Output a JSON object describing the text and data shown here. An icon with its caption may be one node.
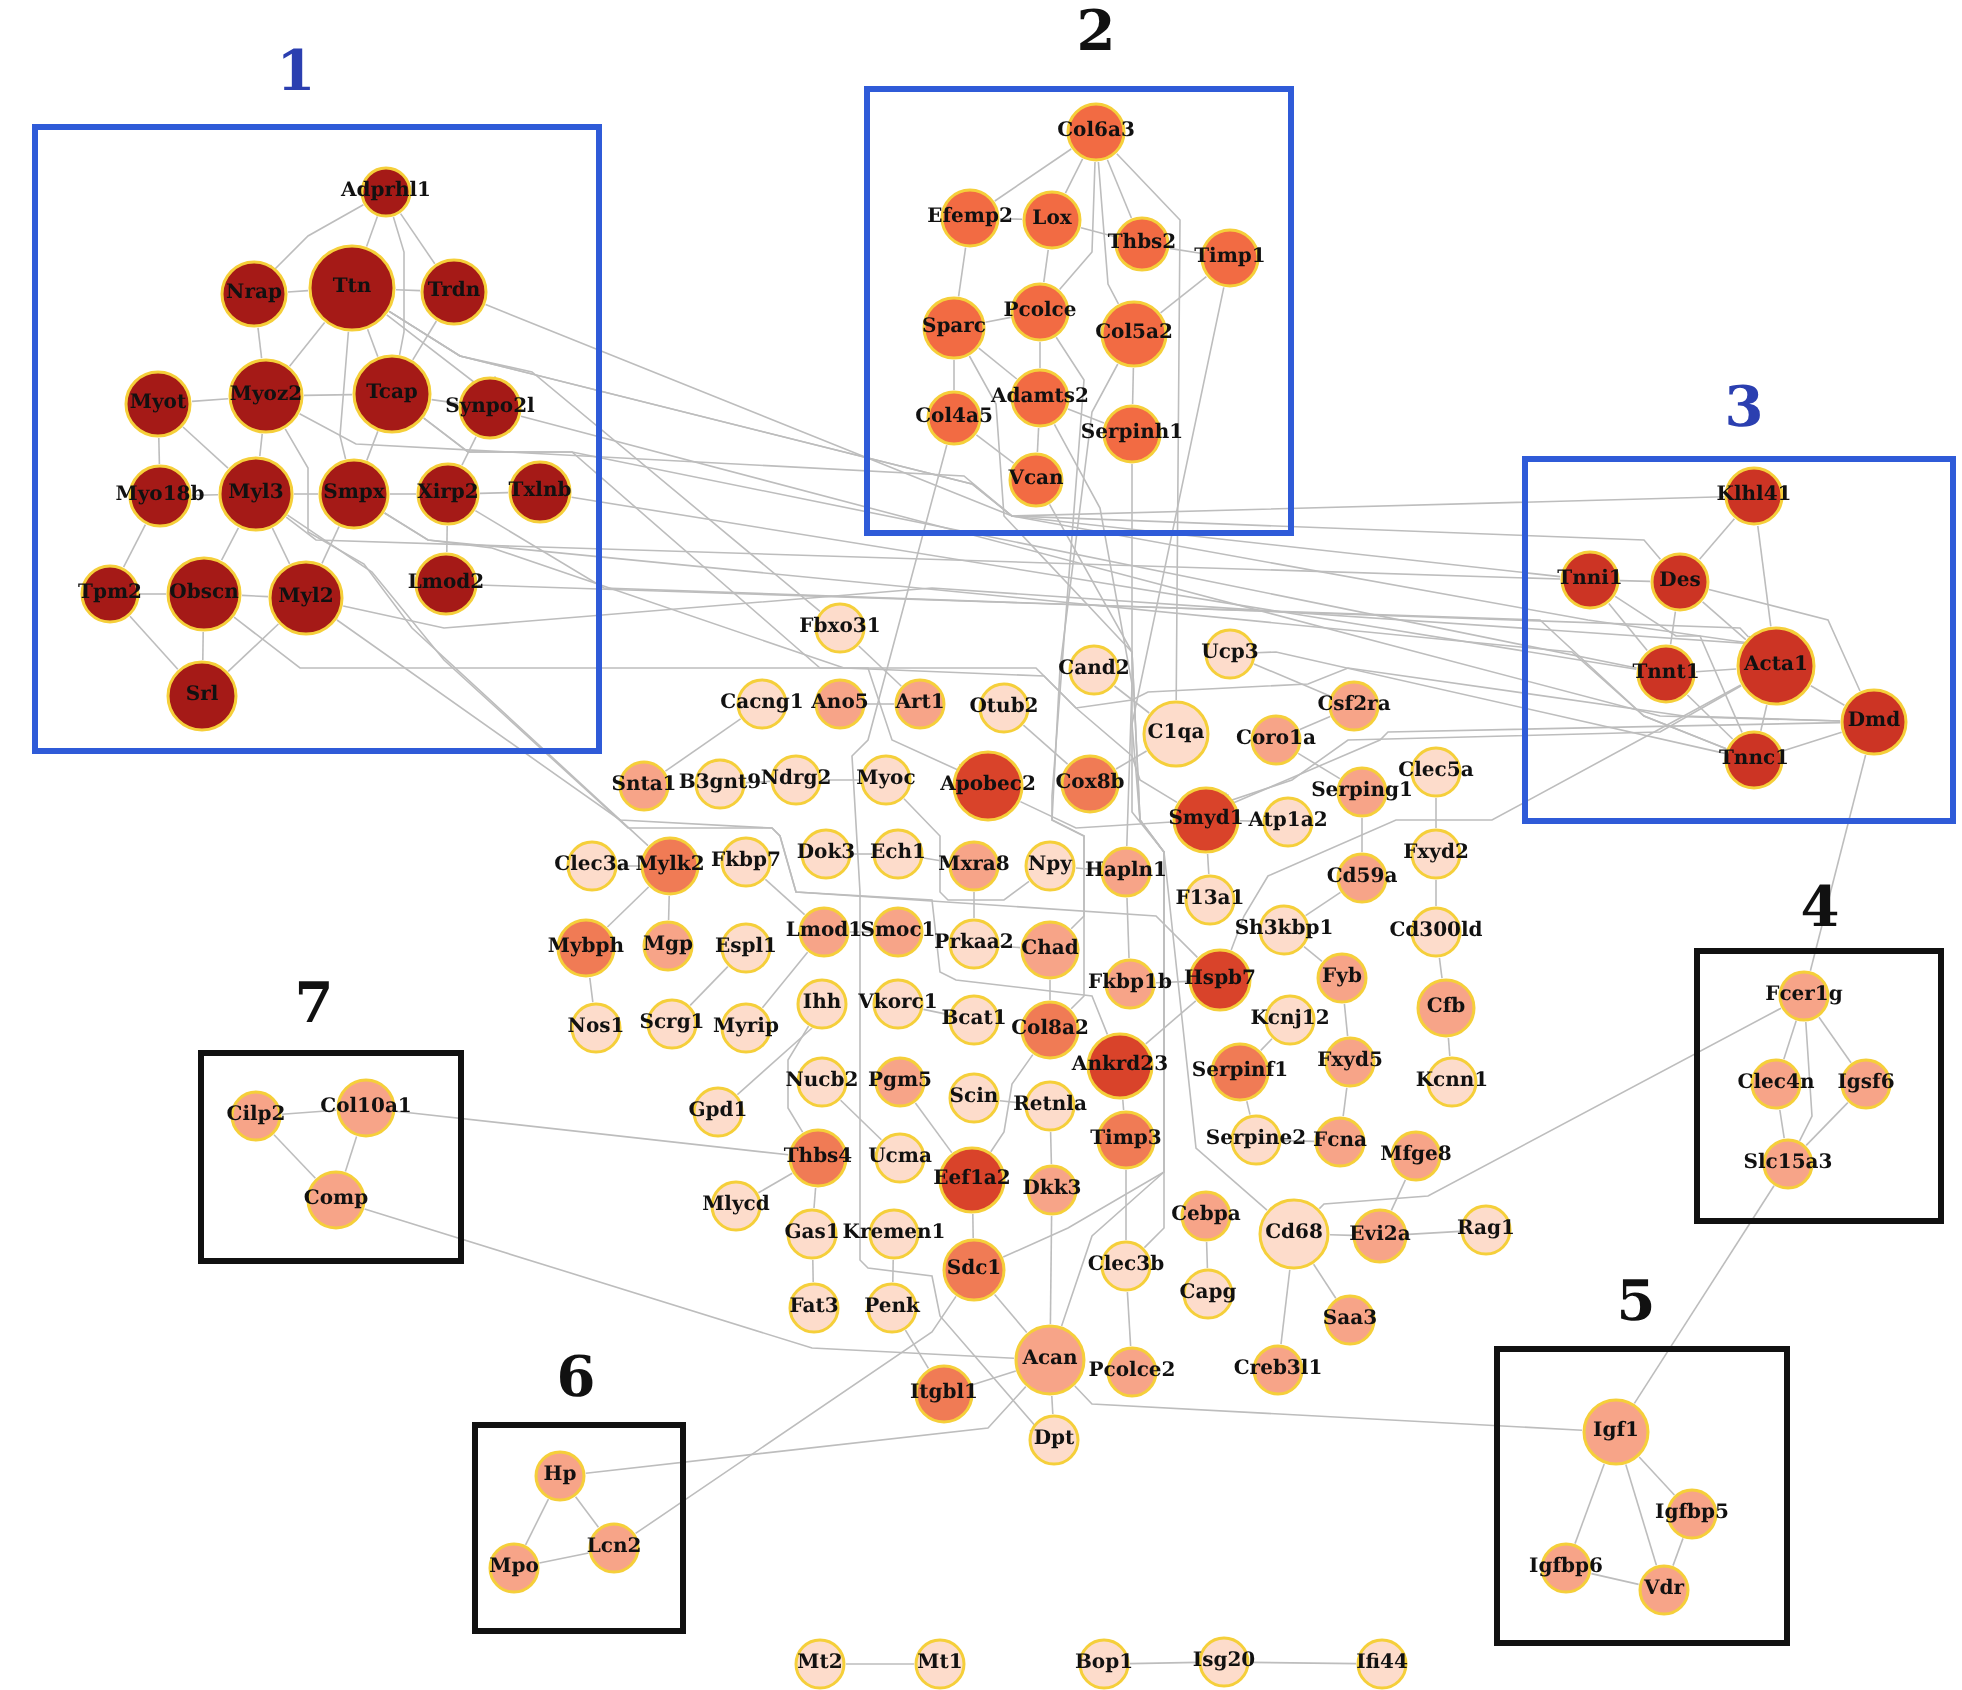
{
  "diagram": {
    "nodes": [
      {
        "text": [
          "1"
        ]
      },
      {
        "text": [
          "Adprhl1"
        ],
        "in": 0
      },
      {
        "text": [
          "Nrap"
        ],
        "in": 0
      },
      {
        "text": [
          "Ttn"
        ],
        "in": 0
      },
      {
        "text": [
          "Trdn"
        ],
        "in": 0
      },
      {
        "text": [
          "Myot"
        ],
        "in": 0
      },
      {
        "text": [
          "Myoz2"
        ],
        "in": 0
      },
      {
        "text": [
          "Tcap"
        ],
        "in": 0
      },
      {
        "text": [
          "Synpo2l"
        ],
        "in": 0
      },
      {
        "text": [
          "Myo18b"
        ],
        "in": 0
      },
      {
        "text": [
          "Myl3"
        ],
        "in": 0
      },
      {
        "text": [
          "Smpx"
        ],
        "in": 0
      },
      {
        "text": [
          "Xirp2"
        ],
        "in": 0
      },
      {
        "text": [
          "Txlnb"
        ],
        "in": 0
      },
      {
        "text": [
          "Tpm2"
        ],
        "in": 0
      },
      {
        "text": [
          "Obscn"
        ],
        "in": 0
      },
      {
        "text": [
          "Myl2"
        ],
        "in": 0
      },
      {
        "text": [
          "Lmod2"
        ],
        "in": 0
      },
      {
        "text": [
          "Srl"
        ],
        "in": 0
      },
      {
        "text": [
          "2"
        ]
      },
      {
        "text": [
          "Col6a3"
        ],
        "in": 19
      },
      {
        "text": [
          "Efemp2"
        ],
        "in": 19
      },
      {
        "text": [
          "Lox"
        ],
        "in": 19
      },
      {
        "text": [
          "Thbs2"
        ],
        "in": 19
      },
      {
        "text": [
          "Timp1"
        ],
        "in": 19
      },
      {
        "text": [
          "Sparc"
        ],
        "in": 19
      },
      {
        "text": [
          "Pcolce"
        ],
        "in": 19
      },
      {
        "text": [
          "Col5a2"
        ],
        "in": 19
      },
      {
        "text": [
          "Adamts2"
        ],
        "in": 19
      },
      {
        "text": [
          "Col4a5"
        ],
        "in": 19
      },
      {
        "text": [
          "Serpinh1"
        ],
        "in": 19
      },
      {
        "text": [
          "Vcan"
        ],
        "in": 19
      },
      {
        "text": [
          "3"
        ]
      },
      {
        "text": [
          "Klhl41"
        ],
        "in": 32
      },
      {
        "text": [
          "Tnni1"
        ],
        "in": 32
      },
      {
        "text": [
          "Des"
        ],
        "in": 32
      },
      {
        "text": [
          "Tnnt1"
        ],
        "in": 32
      },
      {
        "text": [
          "Acta1"
        ],
        "in": 32
      },
      {
        "text": [
          "Dmd"
        ],
        "in": 32
      },
      {
        "text": [
          "Tnnc1"
        ],
        "in": 32
      },
      {
        "text": [
          "Fbxo31"
        ]
      },
      {
        "text": [
          "Ucp3"
        ]
      },
      {
        "text": [
          "Cand2"
        ]
      },
      {
        "text": [
          "Cacng1"
        ]
      },
      {
        "text": [
          "Ano5"
        ]
      },
      {
        "text": [
          "Art1"
        ]
      },
      {
        "text": [
          "Otub2"
        ]
      },
      {
        "text": [
          "Csf2ra"
        ]
      },
      {
        "text": [
          "C1qa"
        ]
      },
      {
        "text": [
          "Coro1a"
        ]
      },
      {
        "text": [
          "Snta1"
        ]
      },
      {
        "text": [
          "B3gnt9"
        ]
      },
      {
        "text": [
          "Ndrg2"
        ]
      },
      {
        "text": [
          "Myoc"
        ]
      },
      {
        "text": [
          "Apobec2"
        ]
      },
      {
        "text": [
          "Cox8b"
        ]
      },
      {
        "text": [
          "Serping1"
        ]
      },
      {
        "text": [
          "Clec5a"
        ]
      },
      {
        "text": [
          "Smyd1"
        ]
      },
      {
        "text": [
          "Atp1a2"
        ]
      },
      {
        "text": [
          "Clec3a"
        ]
      },
      {
        "text": [
          "Mylk2"
        ]
      },
      {
        "text": [
          "Fkbp7"
        ]
      },
      {
        "text": [
          "Dok3"
        ]
      },
      {
        "text": [
          "Ech1"
        ]
      },
      {
        "text": [
          "Mxra8"
        ]
      },
      {
        "text": [
          "Npy"
        ]
      },
      {
        "text": [
          "Hapln1"
        ]
      },
      {
        "text": [
          "Fxyd2"
        ]
      },
      {
        "text": [
          "Cd59a"
        ]
      },
      {
        "text": [
          "F13a1"
        ]
      },
      {
        "text": [
          "Sh3kbp1"
        ]
      },
      {
        "text": [
          "Cd300ld"
        ]
      },
      {
        "text": [
          "4"
        ]
      },
      {
        "text": [
          "Fcer1g"
        ],
        "in": 73
      },
      {
        "text": [
          "Clec4n"
        ],
        "in": 73
      },
      {
        "text": [
          "Igsf6"
        ],
        "in": 73
      },
      {
        "text": [
          "Slc15a3"
        ],
        "in": 73
      },
      {
        "text": [
          "Mybph"
        ]
      },
      {
        "text": [
          "Mgp"
        ]
      },
      {
        "text": [
          "Espl1"
        ]
      },
      {
        "text": [
          "Lmod1"
        ]
      },
      {
        "text": [
          "Smoc1"
        ]
      },
      {
        "text": [
          "Prkaa2"
        ]
      },
      {
        "text": [
          "Chad"
        ]
      },
      {
        "text": [
          "Fkbp1b"
        ]
      },
      {
        "text": [
          "Hspb7"
        ]
      },
      {
        "text": [
          "Fyb"
        ]
      },
      {
        "text": [
          "Cfb"
        ]
      },
      {
        "text": [
          "7"
        ]
      },
      {
        "text": [
          "Cilp2"
        ],
        "in": 89
      },
      {
        "text": [
          "Col10a1"
        ],
        "in": 89
      },
      {
        "text": [
          "Comp"
        ],
        "in": 89
      },
      {
        "text": [
          "Nos1"
        ]
      },
      {
        "text": [
          "Scrg1"
        ]
      },
      {
        "text": [
          "Myrip"
        ]
      },
      {
        "text": [
          "Ihh"
        ]
      },
      {
        "text": [
          "Vkorc1"
        ]
      },
      {
        "text": [
          "Bcat1"
        ]
      },
      {
        "text": [
          "Col8a2"
        ]
      },
      {
        "text": [
          "Kcnj12"
        ]
      },
      {
        "text": [
          "Ankrd23"
        ]
      },
      {
        "text": [
          "Serpinf1"
        ]
      },
      {
        "text": [
          "Fxyd5"
        ]
      },
      {
        "text": [
          "Kcnn1"
        ]
      },
      {
        "text": [
          "Gpd1"
        ]
      },
      {
        "text": [
          "Nucb2"
        ]
      },
      {
        "text": [
          "Pgm5"
        ]
      },
      {
        "text": [
          "Scin"
        ]
      },
      {
        "text": [
          "Retnla"
        ]
      },
      {
        "text": [
          "Thbs4"
        ]
      },
      {
        "text": [
          "Ucma"
        ]
      },
      {
        "text": [
          "Eef1a2"
        ]
      },
      {
        "text": [
          "Timp3"
        ]
      },
      {
        "text": [
          "Dkk3"
        ]
      },
      {
        "text": [
          "Serpine2"
        ]
      },
      {
        "text": [
          "Fcna"
        ]
      },
      {
        "text": [
          "Mfge8"
        ]
      },
      {
        "text": [
          "Mlycd"
        ]
      },
      {
        "text": [
          "Gas1"
        ]
      },
      {
        "text": [
          "Kremen1"
        ]
      },
      {
        "text": [
          "Cebpa"
        ]
      },
      {
        "text": [
          "Cd68"
        ]
      },
      {
        "text": [
          "Evi2a"
        ]
      },
      {
        "text": [
          "Rag1"
        ]
      },
      {
        "text": [
          "Sdc1"
        ]
      },
      {
        "text": [
          "Clec3b"
        ]
      },
      {
        "text": [
          "Capg"
        ]
      },
      {
        "text": [
          "Fat3"
        ]
      },
      {
        "text": [
          "Penk"
        ]
      },
      {
        "text": [
          "Saa3"
        ]
      },
      {
        "text": [
          "5"
        ]
      },
      {
        "text": [
          "Igf1"
        ],
        "in": 131
      },
      {
        "text": [
          "Igfbp5"
        ],
        "in": 131
      },
      {
        "text": [
          "Igfbp6"
        ],
        "in": 131
      },
      {
        "text": [
          "Vdr"
        ],
        "in": 131
      },
      {
        "text": [
          "Acan"
        ]
      },
      {
        "text": [
          "Pcolce2"
        ]
      },
      {
        "text": [
          "Creb3l1"
        ]
      },
      {
        "text": [
          "Itgbl1"
        ]
      },
      {
        "text": [
          "6"
        ]
      },
      {
        "text": [
          "Hp"
        ],
        "in": 140
      },
      {
        "text": [
          "Mpo"
        ],
        "in": 140
      },
      {
        "text": [
          "Lcn2"
        ],
        "in": 140
      },
      {
        "text": [
          "Dpt"
        ]
      },
      {
        "text": [
          "Mt2"
        ]
      },
      {
        "text": [
          "Mt1"
        ]
      },
      {
        "text": [
          "Bop1"
        ]
      },
      {
        "text": [
          "Isg20"
        ]
      },
      {
        "text": [
          "Ifi44"
        ]
      }
    ],
    "edges": [
      {
        "from": 1,
        "to": 3,
        "arrow": "none"
      },
      {
        "from": 1,
        "to": 2,
        "arrow": "none"
      },
      {
        "from": 1,
        "to": 4,
        "arrow": "none"
      },
      {
        "from": 1,
        "to": 7,
        "arrow": "none"
      },
      {
        "from": 2,
        "to": 3,
        "arrow": "none"
      },
      {
        "from": 3,
        "to": 4,
        "arrow": "none"
      },
      {
        "from": 2,
        "to": 6,
        "arrow": "none"
      },
      {
        "from": 3,
        "to": 6,
        "arrow": "none"
      },
      {
        "from": 3,
        "to": 7,
        "arrow": "none"
      },
      {
        "from": 4,
        "to": 7,
        "arrow": "none"
      },
      {
        "from": 3,
        "to": 8,
        "arrow": "none"
      },
      {
        "from": 5,
        "to": 6,
        "arrow": "none"
      },
      {
        "from": 6,
        "to": 7,
        "arrow": "none"
      },
      {
        "from": 7,
        "to": 8,
        "arrow": "none"
      },
      {
        "from": 5,
        "to": 9,
        "arrow": "none"
      },
      {
        "from": 6,
        "to": 10,
        "arrow": "none"
      },
      {
        "from": 7,
        "to": 11,
        "arrow": "none"
      },
      {
        "from": 8,
        "to": 12,
        "arrow": "none"
      },
      {
        "from": 10,
        "to": 11,
        "arrow": "none"
      },
      {
        "from": 11,
        "to": 12,
        "arrow": "none"
      },
      {
        "from": 12,
        "to": 13,
        "arrow": "none"
      },
      {
        "from": 9,
        "to": 10,
        "arrow": "none"
      },
      {
        "from": 9,
        "to": 14,
        "arrow": "none"
      },
      {
        "from": 14,
        "to": 15,
        "arrow": "none"
      },
      {
        "from": 15,
        "to": 16,
        "arrow": "none"
      },
      {
        "from": 10,
        "to": 15,
        "arrow": "none"
      },
      {
        "from": 10,
        "to": 16,
        "arrow": "none"
      },
      {
        "from": 11,
        "to": 16,
        "arrow": "none"
      },
      {
        "from": 12,
        "to": 17,
        "arrow": "none"
      },
      {
        "from": 15,
        "to": 18,
        "arrow": "none"
      },
      {
        "from": 16,
        "to": 18,
        "arrow": "none"
      },
      {
        "from": 14,
        "to": 18,
        "arrow": "none"
      },
      {
        "from": 3,
        "to": 11,
        "arrow": "none"
      },
      {
        "from": 5,
        "to": 10,
        "arrow": "none"
      },
      {
        "from": 20,
        "to": 21,
        "arrow": "none"
      },
      {
        "from": 20,
        "to": 22,
        "arrow": "none"
      },
      {
        "from": 20,
        "to": 23,
        "arrow": "none"
      },
      {
        "from": 20,
        "to": 26,
        "arrow": "none"
      },
      {
        "from": 20,
        "to": 27,
        "arrow": "none"
      },
      {
        "from": 21,
        "to": 25,
        "arrow": "none"
      },
      {
        "from": 22,
        "to": 26,
        "arrow": "none"
      },
      {
        "from": 23,
        "to": 24,
        "arrow": "none"
      },
      {
        "from": 22,
        "to": 23,
        "arrow": "none"
      },
      {
        "from": 25,
        "to": 29,
        "arrow": "none"
      },
      {
        "from": 25,
        "to": 28,
        "arrow": "none"
      },
      {
        "from": 26,
        "to": 28,
        "arrow": "none"
      },
      {
        "from": 27,
        "to": 30,
        "arrow": "none"
      },
      {
        "from": 28,
        "to": 31,
        "arrow": "none"
      },
      {
        "from": 29,
        "to": 31,
        "arrow": "none"
      },
      {
        "from": 28,
        "to": 30,
        "arrow": "none"
      },
      {
        "from": 24,
        "to": 27,
        "arrow": "none"
      },
      {
        "from": 21,
        "to": 22,
        "arrow": "none"
      },
      {
        "from": 25,
        "to": 26,
        "arrow": "none"
      },
      {
        "from": 33,
        "to": 35,
        "arrow": "none"
      },
      {
        "from": 33,
        "to": 37,
        "arrow": "none"
      },
      {
        "from": 34,
        "to": 35,
        "arrow": "none"
      },
      {
        "from": 34,
        "to": 36,
        "arrow": "none"
      },
      {
        "from": 34,
        "to": 39,
        "arrow": "none"
      },
      {
        "from": 35,
        "to": 36,
        "arrow": "none"
      },
      {
        "from": 35,
        "to": 37,
        "arrow": "none"
      },
      {
        "from": 36,
        "to": 37,
        "arrow": "none"
      },
      {
        "from": 36,
        "to": 39,
        "arrow": "none"
      },
      {
        "from": 37,
        "to": 38,
        "arrow": "none"
      },
      {
        "from": 37,
        "to": 39,
        "arrow": "none"
      },
      {
        "from": 38,
        "to": 39,
        "arrow": "none"
      },
      {
        "from": 35,
        "to": 38,
        "arrow": "none"
      },
      {
        "from": 3,
        "to": 37,
        "arrow": "none"
      },
      {
        "from": 3,
        "to": 34,
        "arrow": "none"
      },
      {
        "from": 7,
        "to": 36,
        "arrow": "none"
      },
      {
        "from": 11,
        "to": 39,
        "arrow": "none"
      },
      {
        "from": 16,
        "to": 37,
        "arrow": "none"
      },
      {
        "from": 15,
        "to": 38,
        "arrow": "none"
      },
      {
        "from": 6,
        "to": 33,
        "arrow": "none"
      },
      {
        "from": 10,
        "to": 34,
        "arrow": "none"
      },
      {
        "from": 4,
        "to": 35,
        "arrow": "none"
      },
      {
        "from": 12,
        "to": 37,
        "arrow": "none"
      },
      {
        "from": 17,
        "to": 39,
        "arrow": "none"
      },
      {
        "from": 13,
        "to": 36,
        "arrow": "none"
      },
      {
        "from": 8,
        "to": 38,
        "arrow": "none"
      },
      {
        "from": 3,
        "to": 40,
        "arrow": "none"
      },
      {
        "from": 7,
        "to": 54,
        "arrow": "none"
      },
      {
        "from": 11,
        "to": 58,
        "arrow": "none"
      },
      {
        "from": 16,
        "to": 86,
        "arrow": "none"
      },
      {
        "from": 10,
        "to": 101,
        "arrow": "none"
      },
      {
        "from": 6,
        "to": 61,
        "arrow": "none"
      },
      {
        "from": 20,
        "to": 48,
        "arrow": "none"
      },
      {
        "from": 25,
        "to": 136,
        "arrow": "none"
      },
      {
        "from": 27,
        "to": 99,
        "arrow": "none"
      },
      {
        "from": 30,
        "to": 126,
        "arrow": "none"
      },
      {
        "from": 31,
        "to": 125,
        "arrow": "none"
      },
      {
        "from": 24,
        "to": 122,
        "arrow": "none"
      },
      {
        "from": 28,
        "to": 67,
        "arrow": "none"
      },
      {
        "from": 26,
        "to": 84,
        "arrow": "none"
      },
      {
        "from": 29,
        "to": 144,
        "arrow": "none"
      },
      {
        "from": 37,
        "to": 58,
        "arrow": "none"
      },
      {
        "from": 38,
        "to": 58,
        "arrow": "none"
      },
      {
        "from": 37,
        "to": 86,
        "arrow": "none"
      },
      {
        "from": 39,
        "to": 41,
        "arrow": "none"
      },
      {
        "from": 38,
        "to": 74,
        "arrow": "none"
      },
      {
        "from": 74,
        "to": 75,
        "arrow": "none"
      },
      {
        "from": 74,
        "to": 76,
        "arrow": "none"
      },
      {
        "from": 74,
        "to": 77,
        "arrow": "none"
      },
      {
        "from": 75,
        "to": 77,
        "arrow": "none"
      },
      {
        "from": 76,
        "to": 77,
        "arrow": "none"
      },
      {
        "from": 74,
        "to": 122,
        "arrow": "none"
      },
      {
        "from": 132,
        "to": 133,
        "arrow": "none"
      },
      {
        "from": 132,
        "to": 134,
        "arrow": "none"
      },
      {
        "from": 132,
        "to": 135,
        "arrow": "none"
      },
      {
        "from": 134,
        "to": 135,
        "arrow": "none"
      },
      {
        "from": 133,
        "to": 135,
        "arrow": "none"
      },
      {
        "from": 132,
        "to": 77,
        "arrow": "none"
      },
      {
        "from": 132,
        "to": 136,
        "arrow": "none"
      },
      {
        "from": 141,
        "to": 142,
        "arrow": "none"
      },
      {
        "from": 141,
        "to": 143,
        "arrow": "none"
      },
      {
        "from": 142,
        "to": 143,
        "arrow": "none"
      },
      {
        "from": 143,
        "to": 125,
        "arrow": "none"
      },
      {
        "from": 141,
        "to": 136,
        "arrow": "none"
      },
      {
        "from": 90,
        "to": 91,
        "arrow": "none"
      },
      {
        "from": 90,
        "to": 92,
        "arrow": "none"
      },
      {
        "from": 91,
        "to": 92,
        "arrow": "none"
      },
      {
        "from": 92,
        "to": 136,
        "arrow": "none"
      },
      {
        "from": 91,
        "to": 110,
        "arrow": "none"
      },
      {
        "from": 54,
        "to": 58,
        "arrow": "none"
      },
      {
        "from": 55,
        "to": 48,
        "arrow": "none"
      },
      {
        "from": 42,
        "to": 48,
        "arrow": "none"
      },
      {
        "from": 44,
        "to": 45,
        "arrow": "none"
      },
      {
        "from": 43,
        "to": 50,
        "arrow": "none"
      },
      {
        "from": 52,
        "to": 53,
        "arrow": "none"
      },
      {
        "from": 53,
        "to": 66,
        "arrow": "none"
      },
      {
        "from": 61,
        "to": 78,
        "arrow": "none"
      },
      {
        "from": 61,
        "to": 79,
        "arrow": "none"
      },
      {
        "from": 62,
        "to": 81,
        "arrow": "none"
      },
      {
        "from": 64,
        "to": 65,
        "arrow": "none"
      },
      {
        "from": 66,
        "to": 67,
        "arrow": "none"
      },
      {
        "from": 67,
        "to": 85,
        "arrow": "none"
      },
      {
        "from": 85,
        "to": 86,
        "arrow": "none"
      },
      {
        "from": 86,
        "to": 101,
        "arrow": "none"
      },
      {
        "from": 101,
        "to": 113,
        "arrow": "none"
      },
      {
        "from": 99,
        "to": 112,
        "arrow": "none"
      },
      {
        "from": 112,
        "to": 125,
        "arrow": "none"
      },
      {
        "from": 125,
        "to": 136,
        "arrow": "none"
      },
      {
        "from": 113,
        "to": 126,
        "arrow": "none"
      },
      {
        "from": 126,
        "to": 137,
        "arrow": "none"
      },
      {
        "from": 122,
        "to": 123,
        "arrow": "none"
      },
      {
        "from": 122,
        "to": 130,
        "arrow": "none"
      },
      {
        "from": 121,
        "to": 127,
        "arrow": "none"
      },
      {
        "from": 115,
        "to": 116,
        "arrow": "none"
      },
      {
        "from": 116,
        "to": 103,
        "arrow": "none"
      },
      {
        "from": 103,
        "to": 87,
        "arrow": "none"
      },
      {
        "from": 87,
        "to": 71,
        "arrow": "none"
      },
      {
        "from": 71,
        "to": 69,
        "arrow": "none"
      },
      {
        "from": 69,
        "to": 56,
        "arrow": "none"
      },
      {
        "from": 56,
        "to": 49,
        "arrow": "none"
      },
      {
        "from": 49,
        "to": 47,
        "arrow": "none"
      },
      {
        "from": 57,
        "to": 68,
        "arrow": "none"
      },
      {
        "from": 68,
        "to": 72,
        "arrow": "none"
      },
      {
        "from": 72,
        "to": 88,
        "arrow": "none"
      },
      {
        "from": 88,
        "to": 104,
        "arrow": "none"
      },
      {
        "from": 100,
        "to": 102,
        "arrow": "none"
      },
      {
        "from": 102,
        "to": 115,
        "arrow": "none"
      },
      {
        "from": 96,
        "to": 110,
        "arrow": "none"
      },
      {
        "from": 110,
        "to": 119,
        "arrow": "none"
      },
      {
        "from": 119,
        "to": 128,
        "arrow": "none"
      },
      {
        "from": 120,
        "to": 129,
        "arrow": "none"
      },
      {
        "from": 129,
        "to": 139,
        "arrow": "none"
      },
      {
        "from": 139,
        "to": 136,
        "arrow": "none"
      },
      {
        "from": 136,
        "to": 144,
        "arrow": "none"
      },
      {
        "from": 107,
        "to": 112,
        "arrow": "none"
      },
      {
        "from": 106,
        "to": 111,
        "arrow": "none"
      },
      {
        "from": 108,
        "to": 109,
        "arrow": "none"
      },
      {
        "from": 109,
        "to": 114,
        "arrow": "none"
      },
      {
        "from": 114,
        "to": 136,
        "arrow": "none"
      },
      {
        "from": 118,
        "to": 110,
        "arrow": "none"
      },
      {
        "from": 105,
        "to": 96,
        "arrow": "none"
      },
      {
        "from": 93,
        "to": 78,
        "arrow": "none"
      },
      {
        "from": 94,
        "to": 80,
        "arrow": "none"
      },
      {
        "from": 95,
        "to": 81,
        "arrow": "none"
      },
      {
        "from": 97,
        "to": 98,
        "arrow": "none"
      },
      {
        "from": 83,
        "to": 84,
        "arrow": "none"
      },
      {
        "from": 82,
        "to": 81,
        "arrow": "none"
      },
      {
        "from": 63,
        "to": 64,
        "arrow": "none"
      },
      {
        "from": 60,
        "to": 61,
        "arrow": "none"
      },
      {
        "from": 51,
        "to": 52,
        "arrow": "none"
      },
      {
        "from": 40,
        "to": 45,
        "arrow": "none"
      },
      {
        "from": 46,
        "to": 55,
        "arrow": "none"
      },
      {
        "from": 41,
        "to": 47,
        "arrow": "none"
      },
      {
        "from": 70,
        "to": 58,
        "arrow": "none"
      },
      {
        "from": 59,
        "to": 58,
        "arrow": "none"
      },
      {
        "from": 117,
        "to": 123,
        "arrow": "none"
      },
      {
        "from": 124,
        "to": 123,
        "arrow": "none"
      },
      {
        "from": 138,
        "to": 122,
        "arrow": "none"
      },
      {
        "from": 84,
        "to": 99,
        "arrow": "none"
      },
      {
        "from": 65,
        "to": 83,
        "arrow": "none"
      },
      {
        "from": 145,
        "to": 146,
        "arrow": "none"
      },
      {
        "from": 147,
        "to": 148,
        "arrow": "none"
      },
      {
        "from": 148,
        "to": 149,
        "arrow": "none"
      }
    ]
  }
}
